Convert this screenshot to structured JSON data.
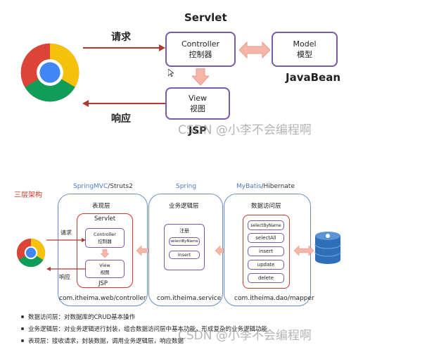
{
  "top": {
    "servlet_title": "Servlet",
    "controller_en": "Controller",
    "controller_cn": "控制器",
    "model_en": "Model",
    "model_cn": "模型",
    "javabean": "JavaBean",
    "view_en": "View",
    "view_cn": "视图",
    "jsp": "JSP",
    "request": "请求",
    "response": "响应"
  },
  "bottom": {
    "title": "三层架构",
    "layer1_header_a": "SpringMVC",
    "layer1_header_b": "/Struts2",
    "layer2_header": "Spring",
    "layer3_header_a": "MyBatis",
    "layer3_header_b": "/Hibernate",
    "layer1_name": "表现层",
    "layer2_name": "业务逻辑层",
    "layer3_name": "数据访问层",
    "servlet": "Servlet",
    "controller_en": "Controller",
    "controller_cn": "控制器",
    "view_en": "View",
    "view_cn": "视图",
    "jsp": "JSP",
    "request": "请求",
    "response": "响应",
    "service_label": "注册",
    "service_items": [
      "selectByName",
      "insert"
    ],
    "dao_items": [
      "selectByName",
      "selectAll",
      "insert",
      "update",
      "delete"
    ],
    "pkg1": "com.itheima.web/controller",
    "pkg2": "com.itheima.service",
    "pkg3": "com.itheima.dao/mapper",
    "bullets": [
      "数据访问层：对数据库的CRUD基本操作",
      "业务逻辑层：对业务逻辑进行封装，组合数据访问层中基本功能，形成复杂的业务逻辑功能",
      "表现层：接收请求，封装数据，调用业务逻辑层，响应数据"
    ]
  },
  "watermark": "CSDN @小李不会编程啊",
  "colors": {
    "purple": "#7b5aa6",
    "blue_header": "#4a7cc9",
    "red_title": "#d9352a",
    "arrow_red": "#b03a2e",
    "pink_arrow": "#f5b5a8"
  }
}
